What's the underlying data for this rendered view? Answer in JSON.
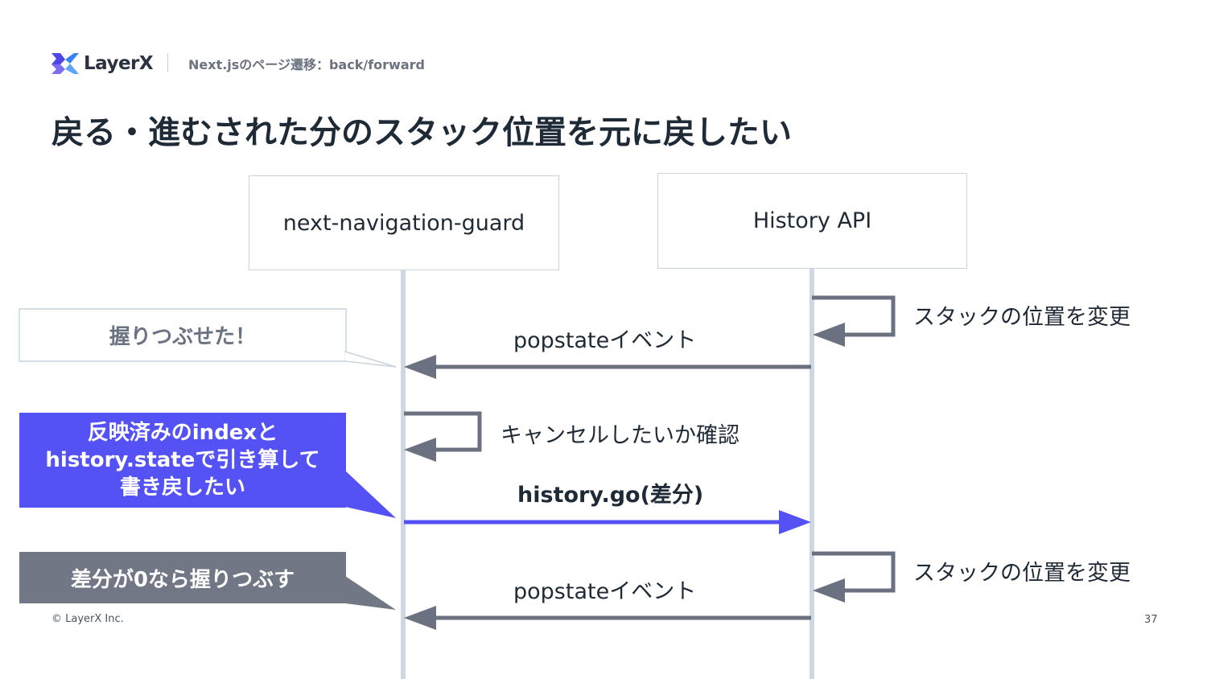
{
  "header": {
    "brand": "LayerX",
    "breadcrumb": "Next.jsのページ遷移：back/forward"
  },
  "title": "戻る・進むされた分のスタック位置を元に戻したい",
  "actors": {
    "left": "next-navigation-guard",
    "right": "History API"
  },
  "messages": {
    "self_change_1": "スタックの位置を変更",
    "popstate_1": "popstateイベント",
    "self_check": "キャンセルしたいか確認",
    "go": "history.go(差分)",
    "self_change_2": "スタックの位置を変更",
    "popstate_2": "popstateイベント"
  },
  "notes": {
    "squash": "握りつぶせた！",
    "rewrite": [
      "反映済みのindexと",
      "history.stateで引き算して",
      "書き戻したい"
    ],
    "zero": "差分が0なら握りつぶす"
  },
  "footer": {
    "copyright": "© LayerX Inc.",
    "page_number": "37"
  },
  "colors": {
    "arrow_gray": "#6b7180",
    "arrow_blue": "#5552f5",
    "lifeline": "#cfd8e2",
    "note_blue": "#5552f5",
    "note_gray": "#727785"
  }
}
